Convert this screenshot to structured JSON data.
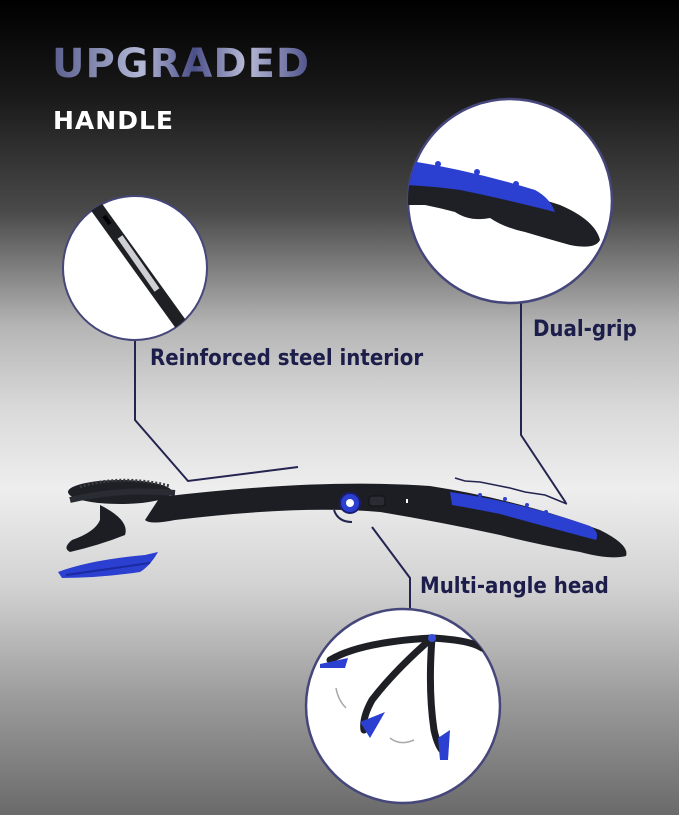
{
  "heading": {
    "line1": "UPGRADED",
    "line2": "HANDLE"
  },
  "callouts": [
    {
      "id": "steel",
      "label": "Reinforced steel interior"
    },
    {
      "id": "grip",
      "label": "Dual-grip"
    },
    {
      "id": "head",
      "label": "Multi-angle head"
    }
  ],
  "colors": {
    "accent_blue": "#2b3fd0",
    "label_navy": "#1c1d4a",
    "circle_border": "#45467a",
    "handle_black": "#1c1e24"
  }
}
